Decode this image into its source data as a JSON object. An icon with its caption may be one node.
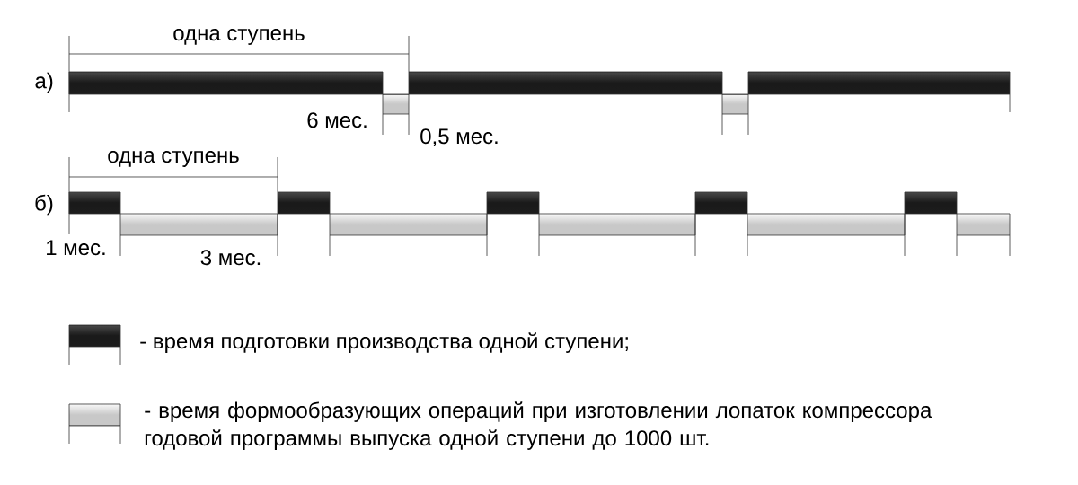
{
  "diagram": {
    "labels": [
      "одна ступень",
      "а)",
      "6 мес.",
      "0,5 мес.",
      "одна ступень",
      "б)",
      "1 мес.",
      "3 мес."
    ],
    "legend": [
      {
        "text": "- время подготовки производства одной ступени;",
        "color": "#1c1c1c"
      },
      {
        "text": "- время формообразующих операций при изготовлении лопаток компрессора годовой программы выпуска одной ступени до 1000 шт.",
        "color": "#c8c8c8"
      }
    ]
  }
}
